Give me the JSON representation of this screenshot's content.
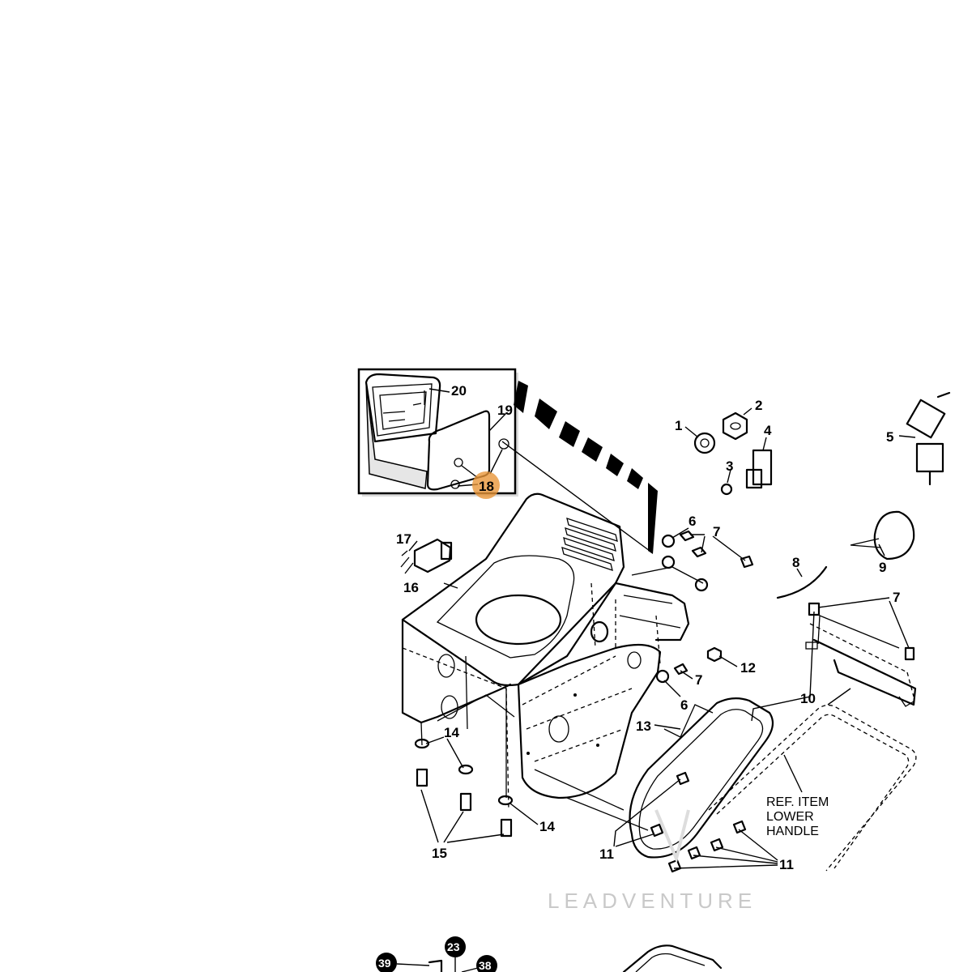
{
  "diagram": {
    "part_labels": {
      "p1": "1",
      "p2": "2",
      "p3": "3",
      "p4": "4",
      "p5": "5",
      "p6a": "6",
      "p6b": "6",
      "p7a": "7",
      "p7b": "7",
      "p7c": "7",
      "p8": "8",
      "p9": "9",
      "p10": "10",
      "p11a": "11",
      "p11b": "11",
      "p12": "12",
      "p13": "13",
      "p14a": "14",
      "p14b": "14",
      "p15": "15",
      "p16": "16",
      "p17": "17",
      "p18": "18",
      "p19": "19",
      "p20": "20"
    },
    "ref_item": [
      "REF. ITEM",
      "LOWER",
      "HANDLE"
    ],
    "bottom_callouts": {
      "c39": "39",
      "c23": "23",
      "c38": "38"
    },
    "highlighted_part": "18",
    "highlight_color": "#e8963a",
    "watermark": "LEADVENTURE"
  }
}
